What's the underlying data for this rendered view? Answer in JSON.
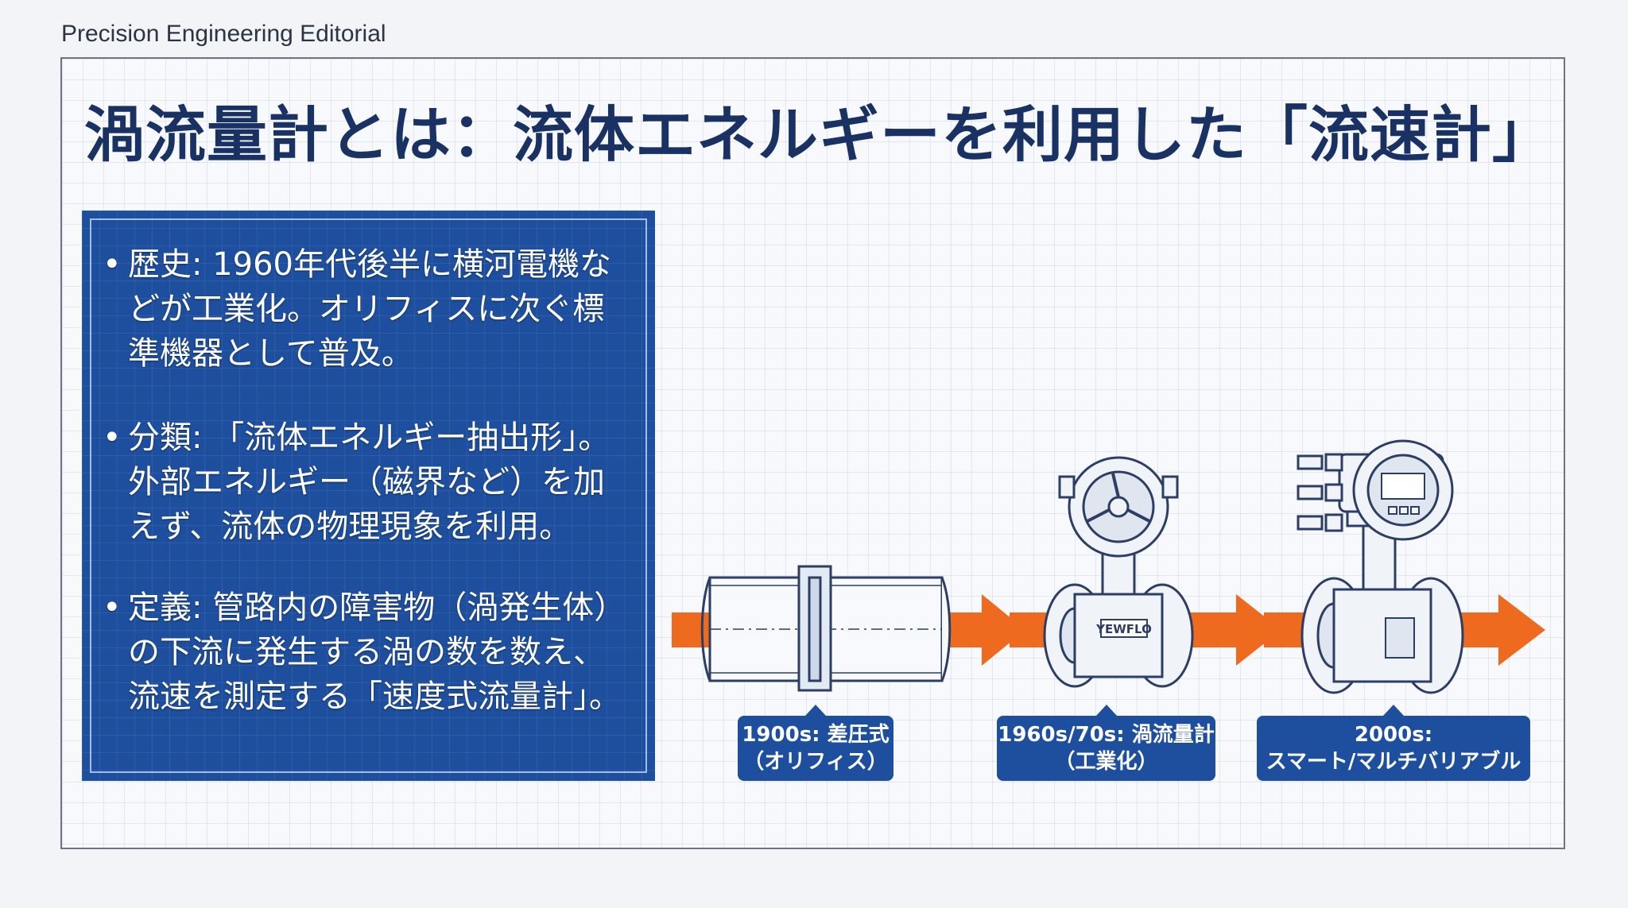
{
  "header": {
    "brand": "Precision Engineering Editorial"
  },
  "title": "渦流量計とは：流体エネルギーを利用した「流速計」",
  "bullets": [
    {
      "dot": "•",
      "text": "歴史: 1960年代後半に横河電機などが工業化。オリフィスに次ぐ標準機器として普及。"
    },
    {
      "dot": "•",
      "text": "分類: 「流体エネルギー抽出形」。外部エネルギー（磁界など）を加えず、流体の物理現象を利用。"
    },
    {
      "dot": "•",
      "text": "定義: 管路内の障害物（渦発生体）の下流に発生する渦の数を数え、流速を測定する「速度式流量計」。"
    }
  ],
  "timeline": [
    {
      "line1": "1900s: 差圧式",
      "line2": "（オリフィス）"
    },
    {
      "line1": "1960s/70s: 渦流量計",
      "line2": "（工業化）"
    },
    {
      "line1": "2000s:",
      "line2": "スマート/マルチバリアブル"
    }
  ],
  "device_label": "YEWFLO",
  "colors": {
    "navy": "#1a3263",
    "panel_blue": "#1e4f9e",
    "arrow_orange": "#ee6a1f",
    "sketch": "#2c3e63"
  }
}
